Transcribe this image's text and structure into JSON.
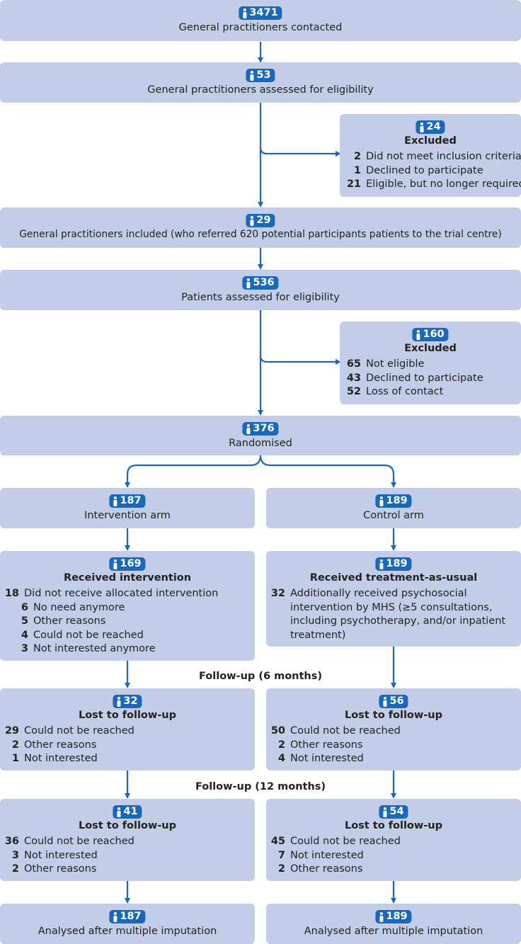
{
  "colors": {
    "box": "#c3cde8",
    "badge": "#1a69b8",
    "arrow": "#1a69b8"
  },
  "icon": "person-icon",
  "top": [
    {
      "count": "3471",
      "label": "General practitioners contacted"
    },
    {
      "count": "53",
      "label": "General practitioners assessed for eligibility"
    },
    {
      "count": "29",
      "label": "General practitioners included (who referred 620 potential participants patients to the trial centre)"
    },
    {
      "count": "536",
      "label": "Patients assessed for eligibility"
    },
    {
      "count": "376",
      "label": "Randomised"
    }
  ],
  "excluded1": {
    "count": "24",
    "title": "Excluded",
    "items": [
      {
        "n": "2",
        "text": "Did not meet inclusion criteria"
      },
      {
        "n": "1",
        "text": "Declined to participate"
      },
      {
        "n": "21",
        "text": "Eligible, but no longer required"
      }
    ]
  },
  "excluded2": {
    "count": "160",
    "title": "Excluded",
    "items": [
      {
        "n": "65",
        "text": "Not eligible"
      },
      {
        "n": "43",
        "text": "Declined to participate"
      },
      {
        "n": "52",
        "text": "Loss of contact"
      }
    ]
  },
  "intervention": {
    "arm": {
      "count": "187",
      "label": "Intervention arm"
    },
    "received": {
      "count": "169",
      "title": "Received intervention",
      "main": {
        "n": "18",
        "text": "Did not receive allocated intervention"
      },
      "sub": [
        {
          "n": "6",
          "text": "No need anymore"
        },
        {
          "n": "5",
          "text": "Other reasons"
        },
        {
          "n": "4",
          "text": "Could not be reached"
        },
        {
          "n": "3",
          "text": "Not interested anymore"
        }
      ]
    },
    "fu6": {
      "count": "32",
      "title": "Lost to follow-up",
      "items": [
        {
          "n": "29",
          "text": "Could not be reached"
        },
        {
          "n": "2",
          "text": "Other reasons"
        },
        {
          "n": "1",
          "text": "Not interested"
        }
      ]
    },
    "fu12": {
      "count": "41",
      "title": "Lost to follow-up",
      "items": [
        {
          "n": "36",
          "text": "Could not be reached"
        },
        {
          "n": "3",
          "text": "Not interested"
        },
        {
          "n": "2",
          "text": "Other reasons"
        }
      ]
    },
    "analysed": {
      "count": "187",
      "label": "Analysed after multiple imputation"
    }
  },
  "control": {
    "arm": {
      "count": "189",
      "label": "Control arm"
    },
    "received": {
      "count": "189",
      "title": "Received treatment-as-usual",
      "main": {
        "n": "32",
        "lines": [
          "Additionally received psychosocial",
          "intervention by MHS (≥5 consultations,",
          "including psychotherapy, and/or inpatient",
          "treatment)"
        ]
      }
    },
    "fu6": {
      "count": "56",
      "title": "Lost to follow-up",
      "items": [
        {
          "n": "50",
          "text": "Could not be reached"
        },
        {
          "n": "2",
          "text": "Other reasons"
        },
        {
          "n": "4",
          "text": "Not interested"
        }
      ]
    },
    "fu12": {
      "count": "54",
      "title": "Lost to follow-up",
      "items": [
        {
          "n": "45",
          "text": "Could not be reached"
        },
        {
          "n": "7",
          "text": "Not interested"
        },
        {
          "n": "2",
          "text": "Other reasons"
        }
      ]
    },
    "analysed": {
      "count": "189",
      "label": "Analysed after multiple imputation"
    }
  },
  "phases": {
    "fu6": "Follow-up (6 months)",
    "fu12": "Follow-up (12  months)"
  }
}
